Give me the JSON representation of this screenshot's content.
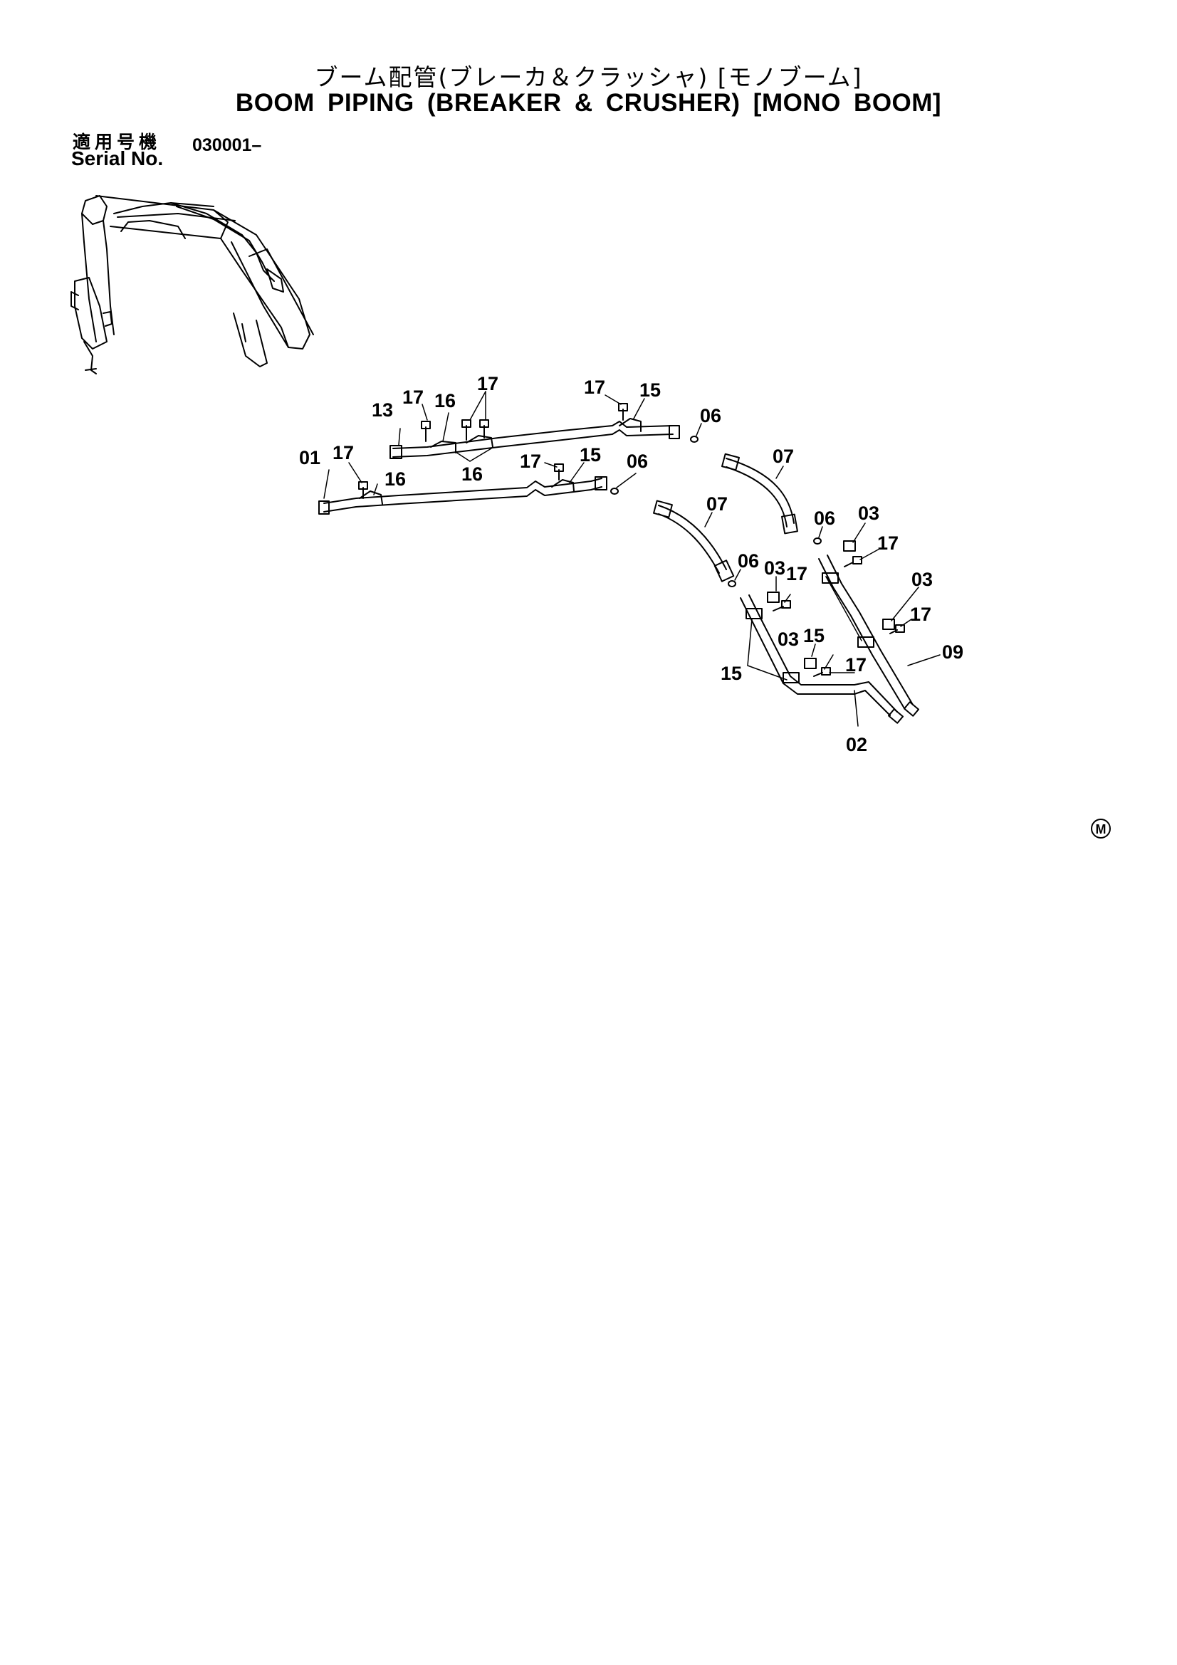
{
  "title_jp": "ブーム配管(ブレーカ＆クラッシャ) [モノブーム]",
  "title_en": "BOOM PIPING (BREAKER & CRUSHER) [MONO BOOM]",
  "serial": {
    "label_jp": "適用号機",
    "label_en": "Serial No.",
    "value": "030001–"
  },
  "mark": "M",
  "callouts": [
    {
      "id": "c17a",
      "text": "17"
    },
    {
      "id": "c16a",
      "text": "16"
    },
    {
      "id": "c17b",
      "text": "17"
    },
    {
      "id": "c13",
      "text": "13"
    },
    {
      "id": "c17c",
      "text": "17"
    },
    {
      "id": "c15a",
      "text": "15"
    },
    {
      "id": "c06a",
      "text": "06"
    },
    {
      "id": "c01",
      "text": "01"
    },
    {
      "id": "c17d",
      "text": "17"
    },
    {
      "id": "c16b",
      "text": "16"
    },
    {
      "id": "c16c",
      "text": "16"
    },
    {
      "id": "c17e",
      "text": "17"
    },
    {
      "id": "c15b",
      "text": "15"
    },
    {
      "id": "c06b",
      "text": "06"
    },
    {
      "id": "c07a",
      "text": "07"
    },
    {
      "id": "c07b",
      "text": "07"
    },
    {
      "id": "c06c",
      "text": "06"
    },
    {
      "id": "c03a",
      "text": "03"
    },
    {
      "id": "c17f",
      "text": "17"
    },
    {
      "id": "c03b",
      "text": "03"
    },
    {
      "id": "c17g",
      "text": "17"
    },
    {
      "id": "c06d",
      "text": "06"
    },
    {
      "id": "c03c",
      "text": "03"
    },
    {
      "id": "c17h",
      "text": "17"
    },
    {
      "id": "c03d",
      "text": "03"
    },
    {
      "id": "c15c",
      "text": "15"
    },
    {
      "id": "c17i",
      "text": "17"
    },
    {
      "id": "c09",
      "text": "09"
    },
    {
      "id": "c15d",
      "text": "15"
    },
    {
      "id": "c02",
      "text": "02"
    }
  ]
}
